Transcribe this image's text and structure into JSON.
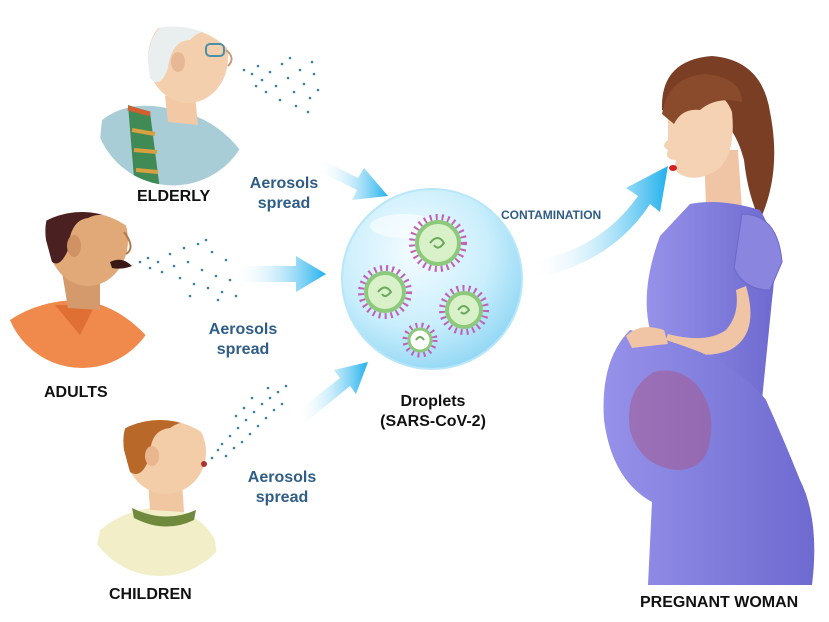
{
  "groups": {
    "elderly": "ELDERLY",
    "adults": "ADULTS",
    "children": "CHILDREN",
    "pregnant": "PREGNANT WOMAN"
  },
  "aerosols": {
    "line1": "Aerosols",
    "line2": "spread"
  },
  "droplets": {
    "line1": "Droplets",
    "line2": "(SARS-CoV-2)"
  },
  "contamination": "CONTAMINATION",
  "colors": {
    "arrow": "#29b6ee",
    "text_accent": "#2f5d86",
    "sphere": "#bfe9fb",
    "dress": "#8a86e0",
    "virus_ring": "#9ed48a",
    "virus_spike": "#c060b8"
  }
}
